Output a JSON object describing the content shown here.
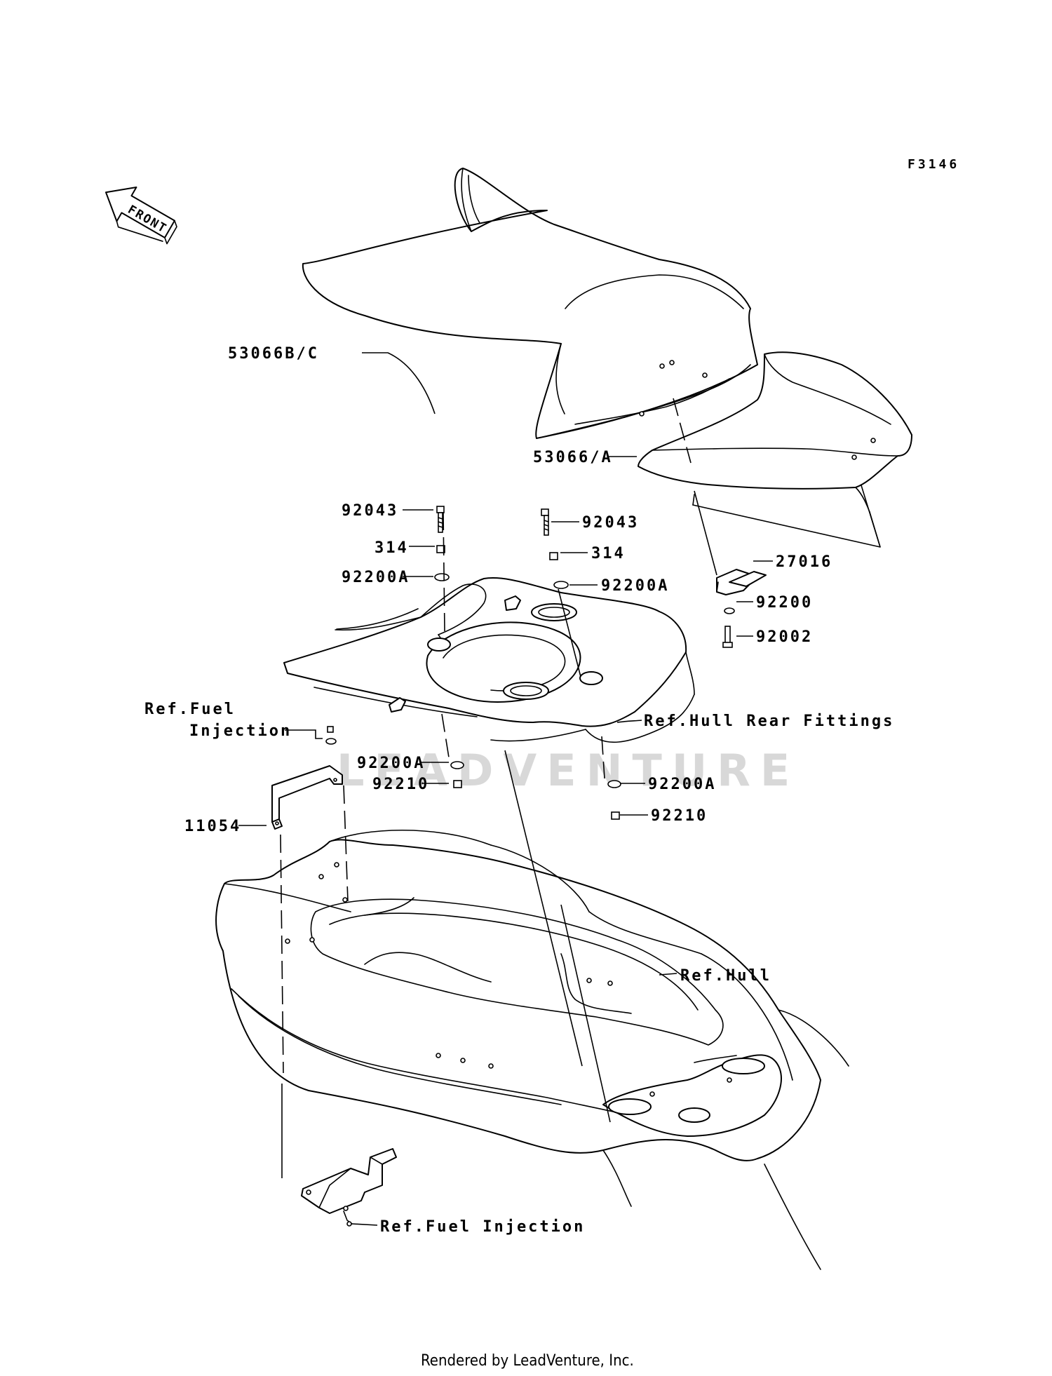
{
  "figure_id": "F3146",
  "front_marker": "FRONT",
  "watermark": "LEADVENTURE",
  "footer": "Rendered by LeadVenture, Inc.",
  "callouts": {
    "seat_main": "53066B/C",
    "seat_rear": "53066/A",
    "bolt_left": "92043",
    "bolt_right": "92043",
    "part_314_left": "314",
    "part_314_right": "314",
    "washer_left": "92200A",
    "washer_right": "92200A",
    "latch": "27016",
    "washer_latch": "92200",
    "bolt_latch": "92002",
    "ref_fuel_injection_top_line1": "Ref.Fuel",
    "ref_fuel_injection_top_line2": "Injection",
    "ref_hull_rear_fittings": "Ref.Hull Rear Fittings",
    "washer_lower_left": "92200A",
    "nut_lower_left": "92210",
    "washer_lower_right": "92200A",
    "nut_lower_right": "92210",
    "bracket": "11054",
    "ref_hull": "Ref.Hull",
    "ref_fuel_injection_bottom": "Ref.Fuel Injection"
  }
}
